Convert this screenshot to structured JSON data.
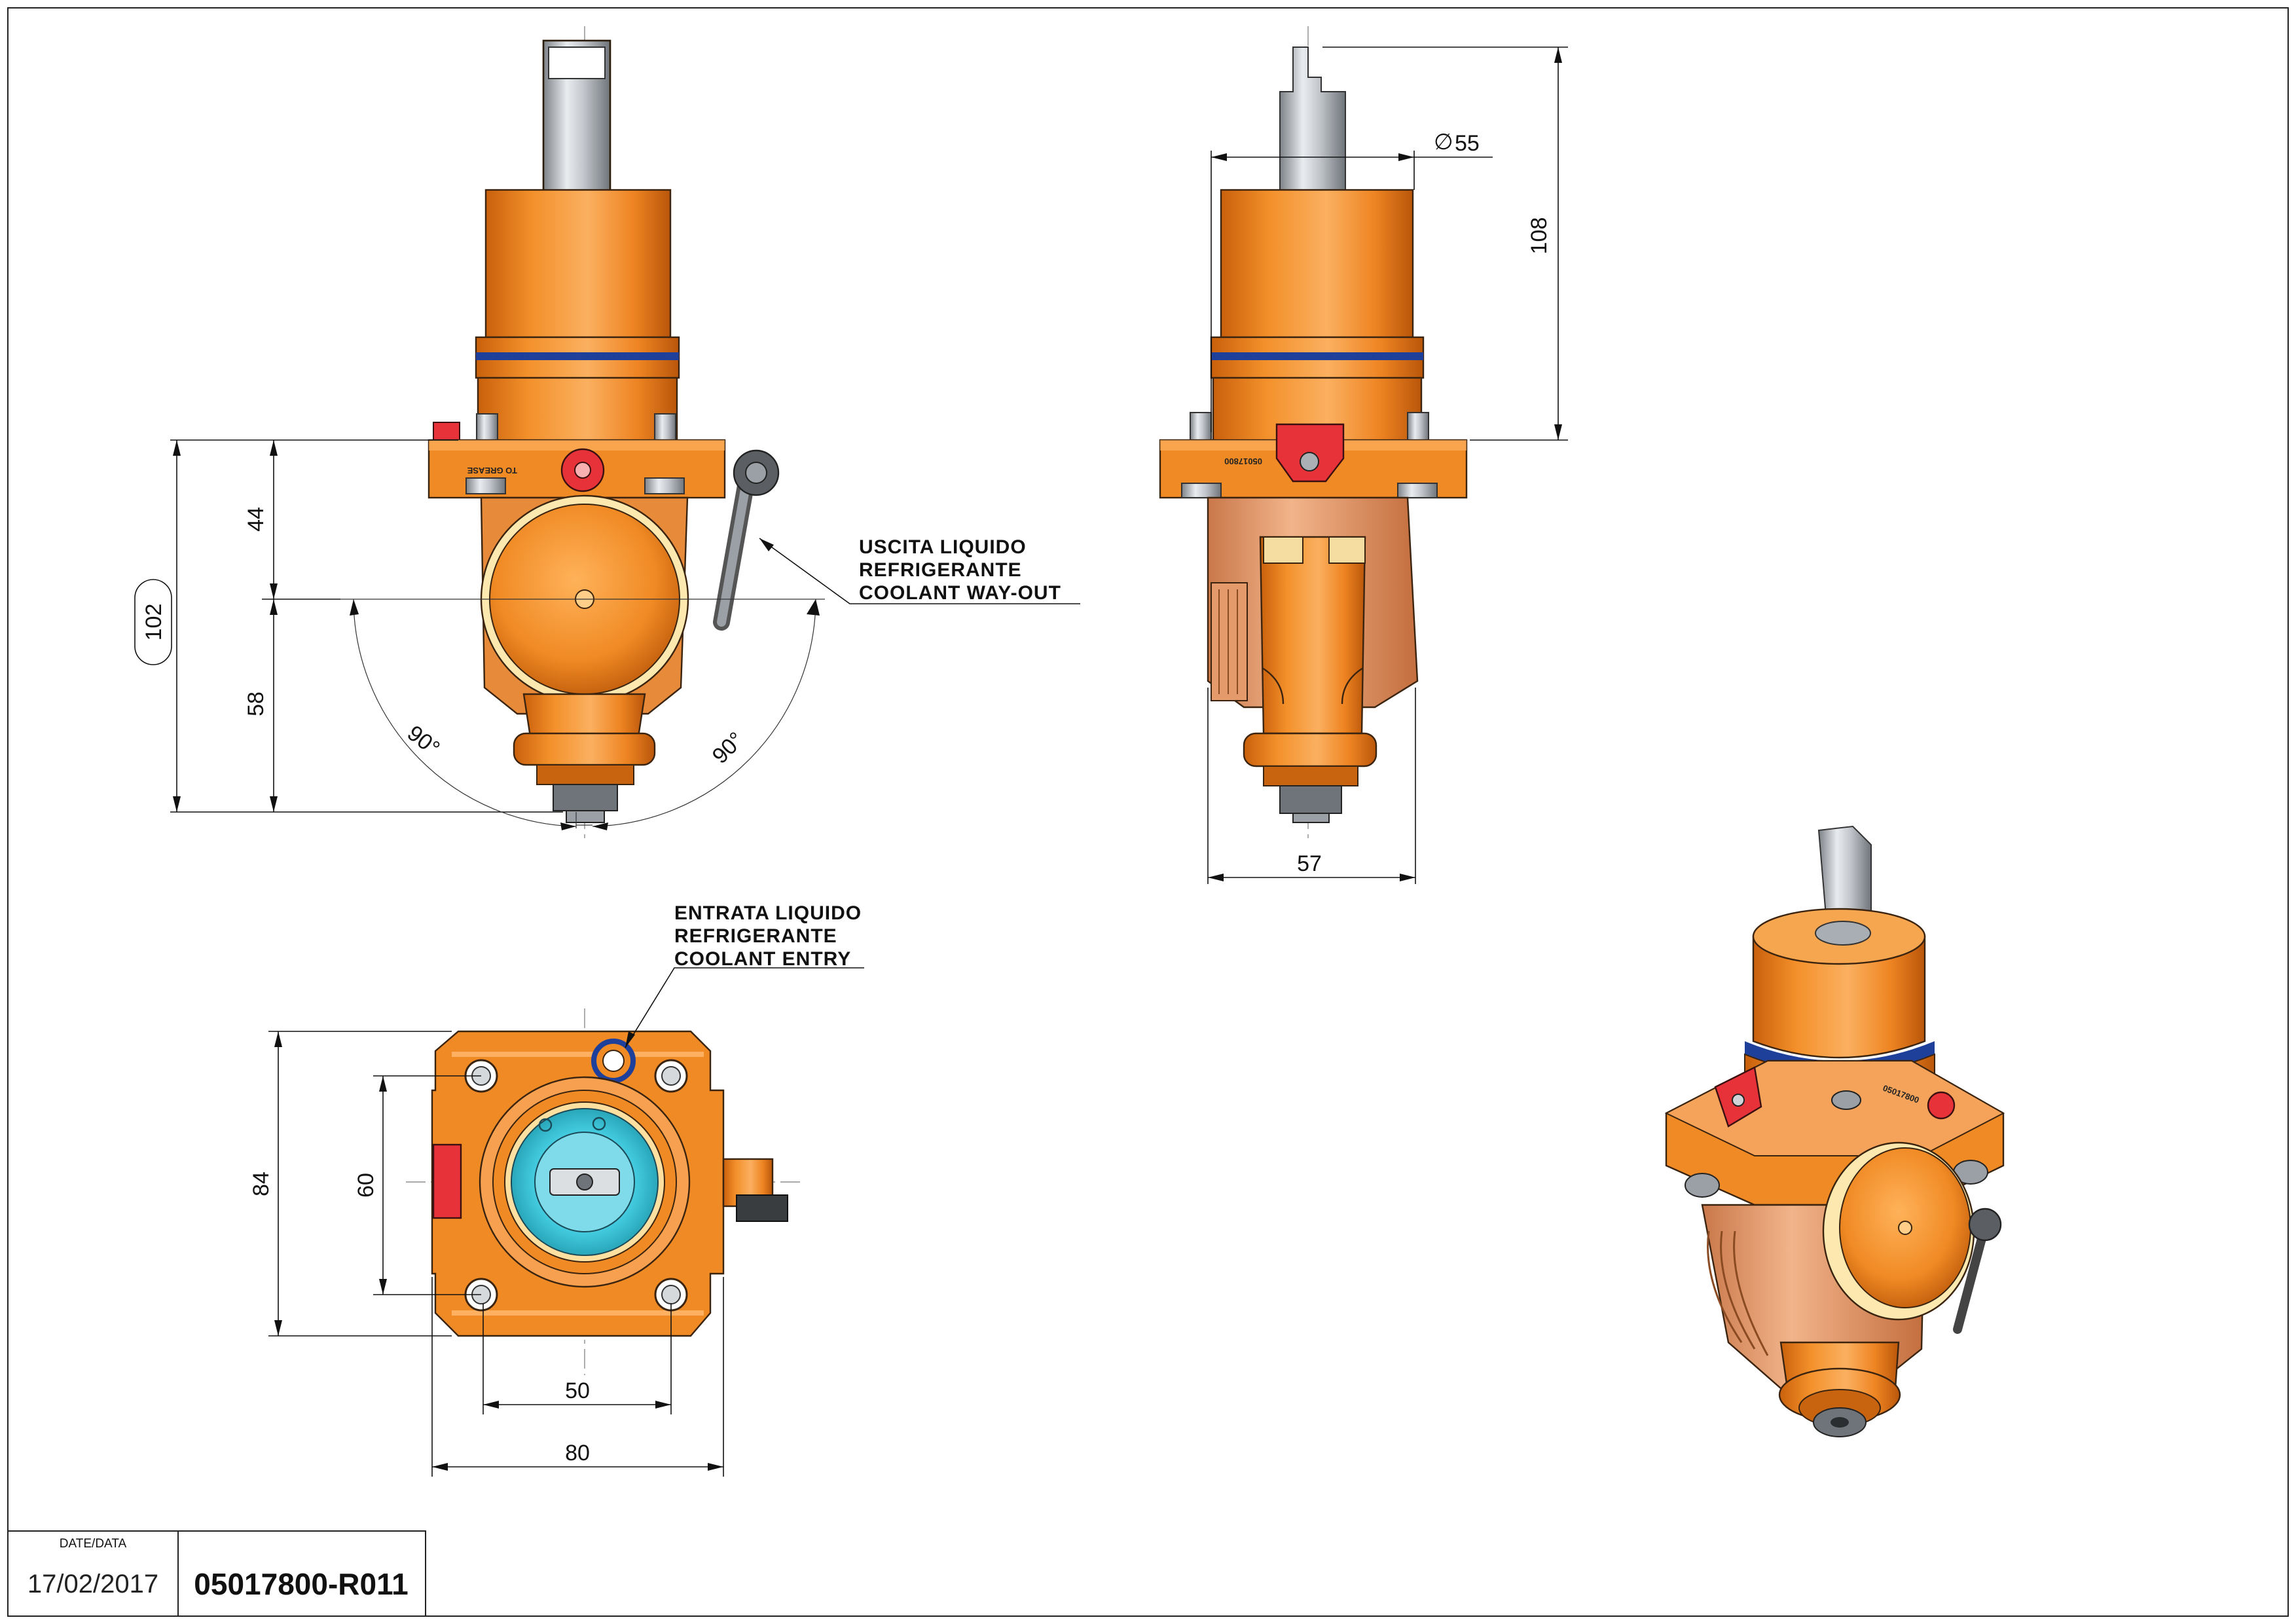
{
  "drawing": {
    "dimensions": {
      "d44": "44",
      "d58": "58",
      "d102": "102",
      "angle_left": "90°",
      "angle_right": "90°",
      "diameter_symbol": "∅",
      "d55": "55",
      "d108": "108",
      "d57": "57",
      "d84": "84",
      "d60": "60",
      "d50": "50",
      "d80": "80"
    },
    "notes": {
      "coolant_out": [
        "USCITA LIQUIDO",
        "REFRIGERANTE",
        "COOLANT WAY-OUT"
      ],
      "coolant_in": [
        "ENTRATA LIQUIDO",
        "REFRIGERANTE",
        "COOLANT ENTRY"
      ]
    },
    "part_labels": {
      "front_grease": "TO GREASE",
      "side_code": "05017800",
      "iso_label": "05017800"
    }
  },
  "title_block": {
    "date_label": "DATE/DATA",
    "date": "17/02/2017",
    "code": "05017800-R011"
  },
  "colors": {
    "orange": "#f08a24",
    "orange_dark": "#c86410",
    "copper": "#e9a172",
    "red": "#e8323a",
    "blue": "#1e3f9a",
    "cyan": "#32c8dc",
    "steel": "#b9bdc2"
  }
}
